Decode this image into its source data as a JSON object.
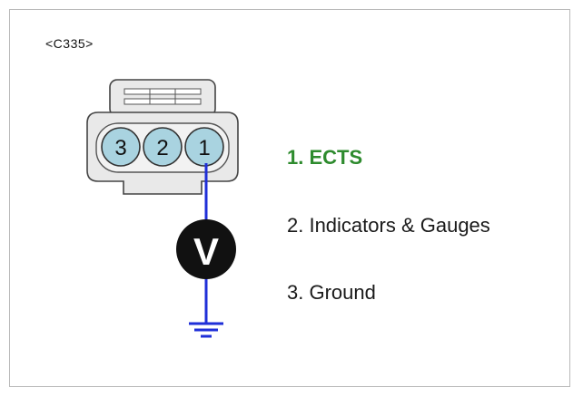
{
  "connector": {
    "id": "<C335>",
    "pins": [
      {
        "number": "3",
        "label": "3. Ground"
      },
      {
        "number": "2",
        "label": "2. Indicators & Gauges"
      },
      {
        "number": "1",
        "label": "1. ECTS"
      }
    ],
    "highlighted_pin": "1"
  },
  "meter": {
    "symbol": "V"
  },
  "colors": {
    "highlight_text": "#2e8b2e",
    "probe_wire": "#1f2fd8",
    "pin_fill": "#a9d3e0",
    "connector_fill": "#e9e9e9",
    "meter_fill": "#111111"
  }
}
